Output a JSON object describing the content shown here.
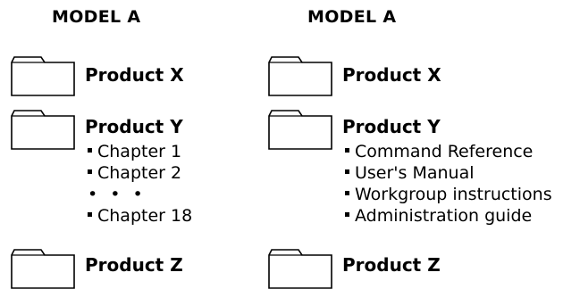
{
  "left": {
    "title": "MODEL A",
    "products": [
      {
        "name": "Product X",
        "items": []
      },
      {
        "name": "Product Y",
        "items": [
          "Chapter 1",
          "Chapter 2",
          "• • •",
          "Chapter 18"
        ]
      },
      {
        "name": "Product Z",
        "items": []
      }
    ]
  },
  "right": {
    "title": "MODEL A",
    "products": [
      {
        "name": "Product X",
        "items": []
      },
      {
        "name": "Product Y",
        "items": [
          "Command Reference",
          "User's Manual",
          "Workgroup instructions",
          "Administration guide"
        ]
      },
      {
        "name": "Product Z",
        "items": []
      }
    ]
  },
  "icons": {
    "folder": "folder-icon"
  },
  "colors": {
    "text": "#000000",
    "background": "#ffffff",
    "folder_stroke": "#000000"
  }
}
